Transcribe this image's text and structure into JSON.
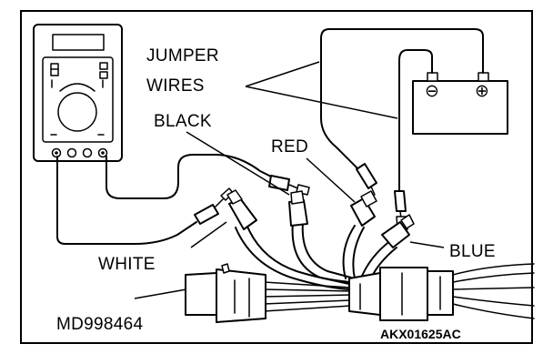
{
  "labels": {
    "jumper_line1": "JUMPER",
    "jumper_line2": "WIRES",
    "black": "BLACK",
    "red": "RED",
    "blue": "BLUE",
    "white": "WHITE",
    "tool": "MD998464",
    "figure_code": "AKX01625AC"
  },
  "battery": {
    "negative_symbol": "⊖",
    "positive_symbol": "⊕"
  }
}
